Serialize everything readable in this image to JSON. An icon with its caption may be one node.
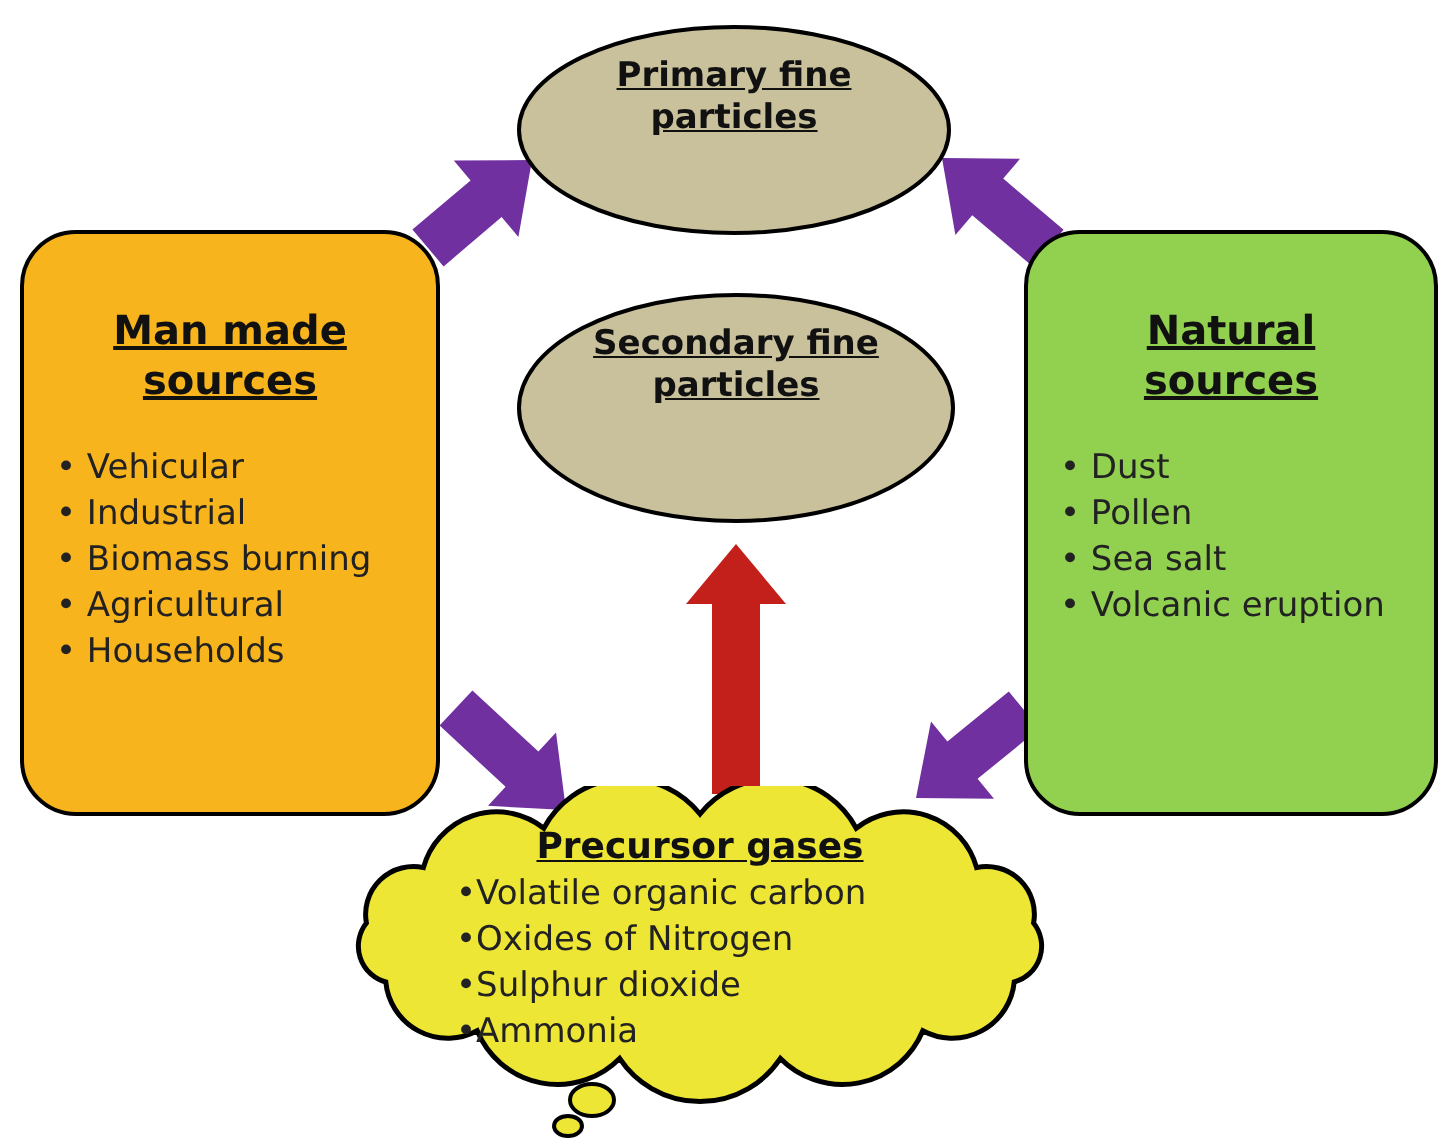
{
  "diagram": {
    "nodes": [
      {
        "text": [
          "Primary fine particles"
        ]
      },
      {
        "text": [
          "Man made sources",
          "• Vehicular",
          "• Industrial",
          "• Biomass burning",
          "• Agricultural",
          "• Households"
        ]
      },
      {
        "text": [
          "Secondary fine particles"
        ]
      },
      {
        "text": [
          "Natural sources",
          "• Dust",
          "• Pollen",
          "• Sea salt",
          "• Volcanic eruption"
        ]
      },
      {
        "text": [
          "Precursor gases",
          "•Volatile organic carbon",
          "•Oxides of Nitrogen",
          "•Sulphur dioxide",
          "•Ammonia"
        ]
      }
    ],
    "edges": [
      {
        "from": 1,
        "to": 0,
        "arrow": "to"
      },
      {
        "from": 3,
        "to": 0,
        "arrow": "to"
      },
      {
        "from": 1,
        "to": 4,
        "arrow": "to"
      },
      {
        "from": 3,
        "to": 4,
        "arrow": "to"
      },
      {
        "from": 4,
        "to": 2,
        "arrow": "to",
        "color": "#c3201b"
      }
    ]
  }
}
